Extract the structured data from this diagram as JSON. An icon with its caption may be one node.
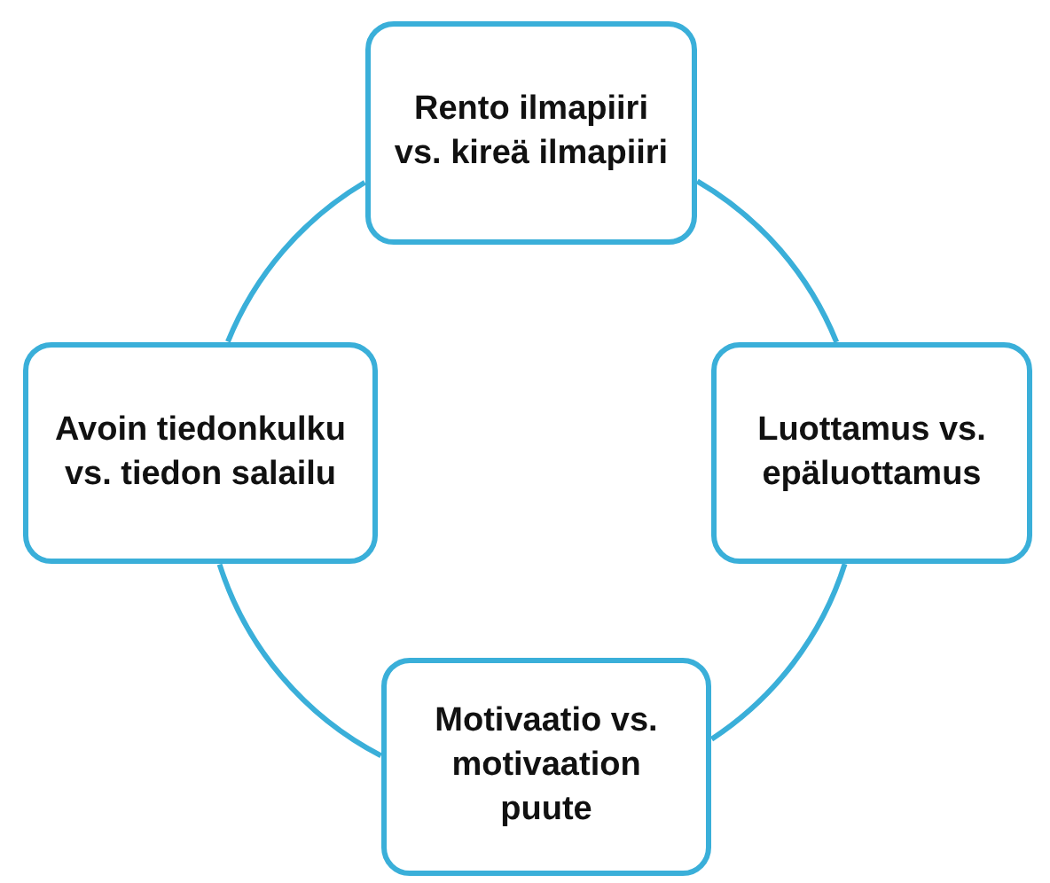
{
  "diagram": {
    "nodes": [
      {
        "text": [
          "Rento ilmapiiri vs. kireä ilmapiiri"
        ]
      },
      {
        "text": [
          "Avoin tiedonkulku vs. tiedon salailu"
        ]
      },
      {
        "text": [
          "Luottamus vs. epäluottamus"
        ]
      },
      {
        "text": [
          "Motivaatio vs. motivaation puute"
        ]
      }
    ],
    "edges": [
      {
        "from": 0,
        "to": 2,
        "arrow": "none"
      },
      {
        "from": 2,
        "to": 3,
        "arrow": "none"
      },
      {
        "from": 3,
        "to": 1,
        "arrow": "none"
      },
      {
        "from": 1,
        "to": 0,
        "arrow": "none"
      }
    ]
  }
}
